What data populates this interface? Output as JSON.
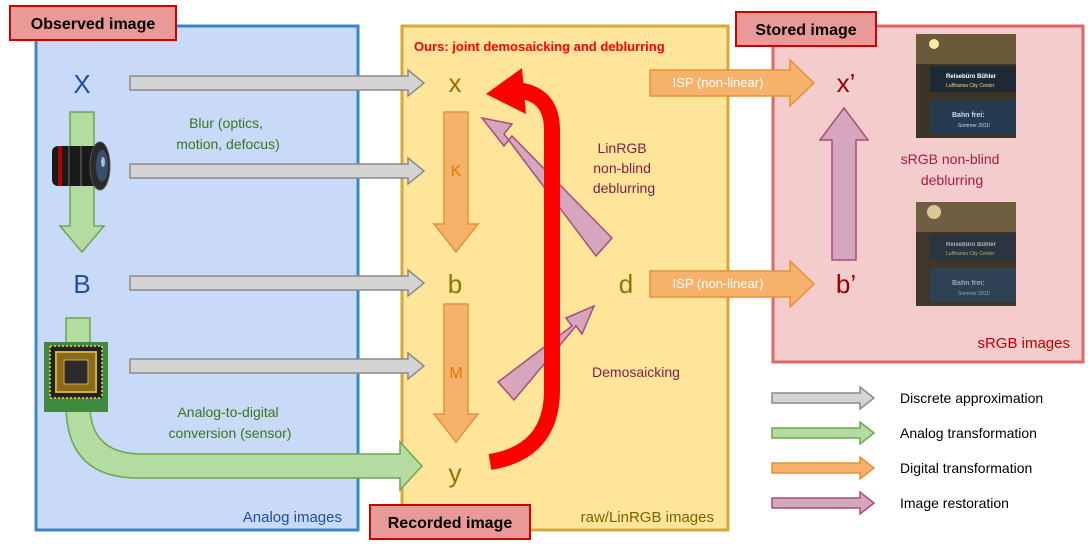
{
  "panels": {
    "analog": {
      "tag": "Observed image",
      "footer": "Analog images"
    },
    "raw": {
      "header": "Ours: joint demosaicking and deblurring",
      "tag": "Recorded image",
      "footer": "raw/LinRGB images"
    },
    "srgb": {
      "tag": "Stored image",
      "footer": "sRGB images"
    }
  },
  "symbols": {
    "X": "X",
    "B": "B",
    "x": "x",
    "b": "b",
    "y": "y",
    "d": "d",
    "K": "K",
    "M": "M",
    "x_prime": "x’",
    "b_prime": "b’"
  },
  "labels": {
    "blur": [
      "Blur (optics,",
      "motion, defocus)"
    ],
    "adc": [
      "Analog-to-digital",
      "conversion (sensor)"
    ],
    "linrgb_deblur": [
      "LinRGB",
      "non-blind",
      "deblurring"
    ],
    "demosaicking": "Demosaicking",
    "isp_top": "ISP (non-linear)",
    "isp_bottom": "ISP (non-linear)",
    "srgb_deblur": [
      "sRGB non-blind",
      "deblurring"
    ]
  },
  "photos": {
    "sign_top": [
      "Reisebüro Bühler",
      "Lufthansa City Center",
      "Bahn frei:",
      "Sommer 2011!"
    ],
    "sign_bottom": [
      "Reisebüro Bühler",
      "Lufthansa City Center",
      "Bahn frei:",
      "Sommer 2011!"
    ]
  },
  "legend": [
    {
      "label": "Discrete approximation",
      "color": "#d4d4d4",
      "stroke": "#8a8a8a"
    },
    {
      "label": "Analog transformation",
      "color": "#b5dca0",
      "stroke": "#6aa84f"
    },
    {
      "label": "Digital transformation",
      "color": "#f6b26b",
      "stroke": "#e69138"
    },
    {
      "label": "Image restoration",
      "color": "#d5a6bd",
      "stroke": "#a64d79"
    }
  ],
  "colors": {
    "analog_bg": "#c9daf8",
    "analog_border": "#3d85c6",
    "raw_bg": "#ffe599",
    "raw_border": "#d6a839",
    "srgb_bg": "#f4cccc",
    "srgb_border": "#e06666",
    "tag_bg": "#ea9999",
    "tag_border": "#cc0000",
    "joint_arrow": "#ff0000"
  }
}
